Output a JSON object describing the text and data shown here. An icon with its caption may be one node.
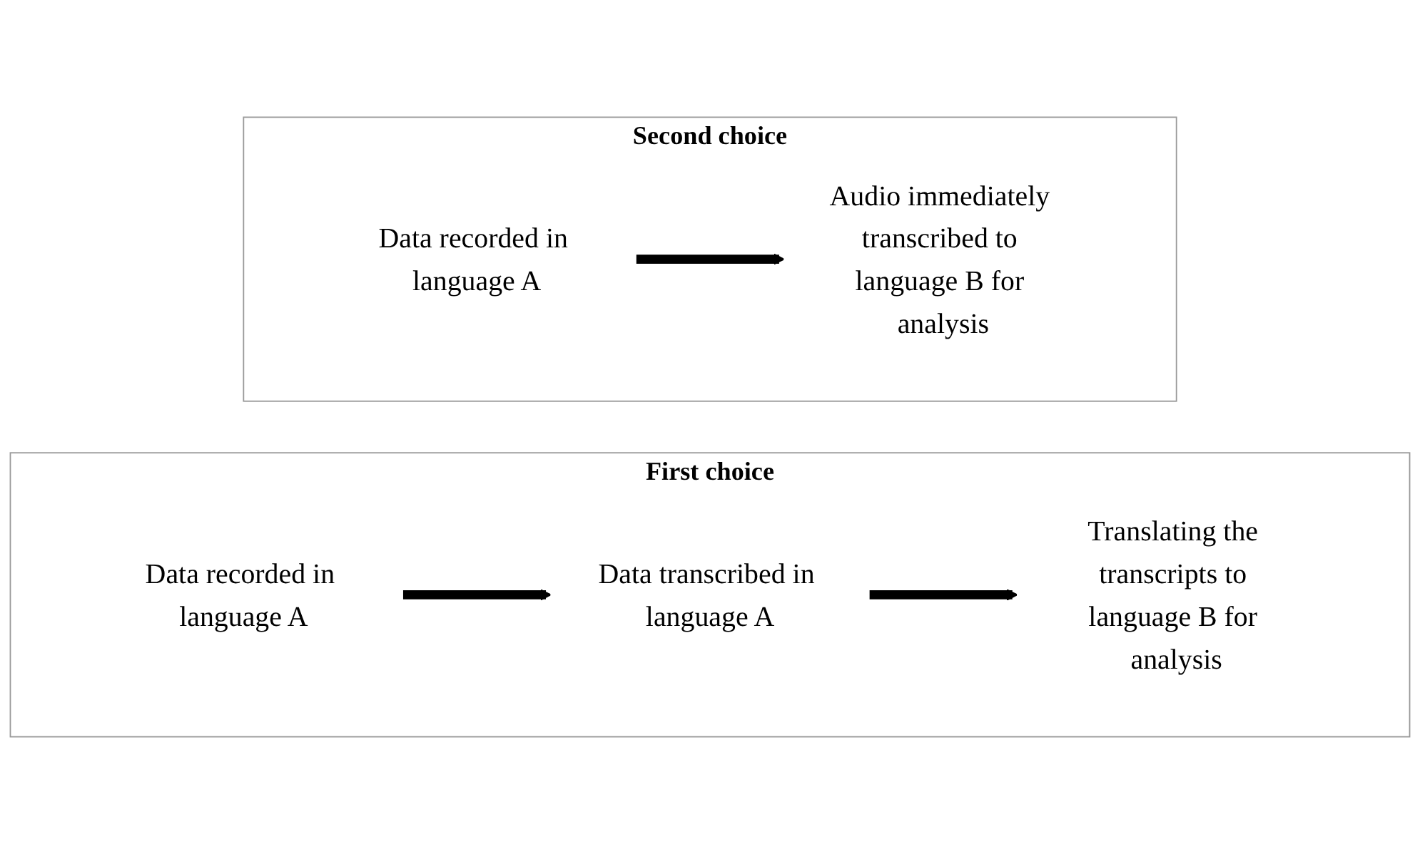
{
  "diagram": {
    "nodes": [
      {
        "text": [
          "First choice"
        ]
      },
      {
        "text": [
          "Data recorded in language A"
        ],
        "in": 0
      },
      {
        "text": [
          "Data transcribed in language A"
        ],
        "in": 0
      },
      {
        "text": [
          "Translating the transcripts to language B for analysis"
        ],
        "in": 0
      },
      {
        "text": [
          "Second choice"
        ]
      },
      {
        "text": [
          "Data recorded in language A"
        ],
        "in": 4
      },
      {
        "text": [
          "Audio immediately transcribed to language B for analysis"
        ],
        "in": 4
      }
    ],
    "edges": [
      {
        "from": 1,
        "to": 2,
        "arrow": "to"
      },
      {
        "from": 2,
        "to": 3,
        "arrow": "to"
      },
      {
        "from": 5,
        "to": 6,
        "arrow": "to"
      }
    ]
  }
}
